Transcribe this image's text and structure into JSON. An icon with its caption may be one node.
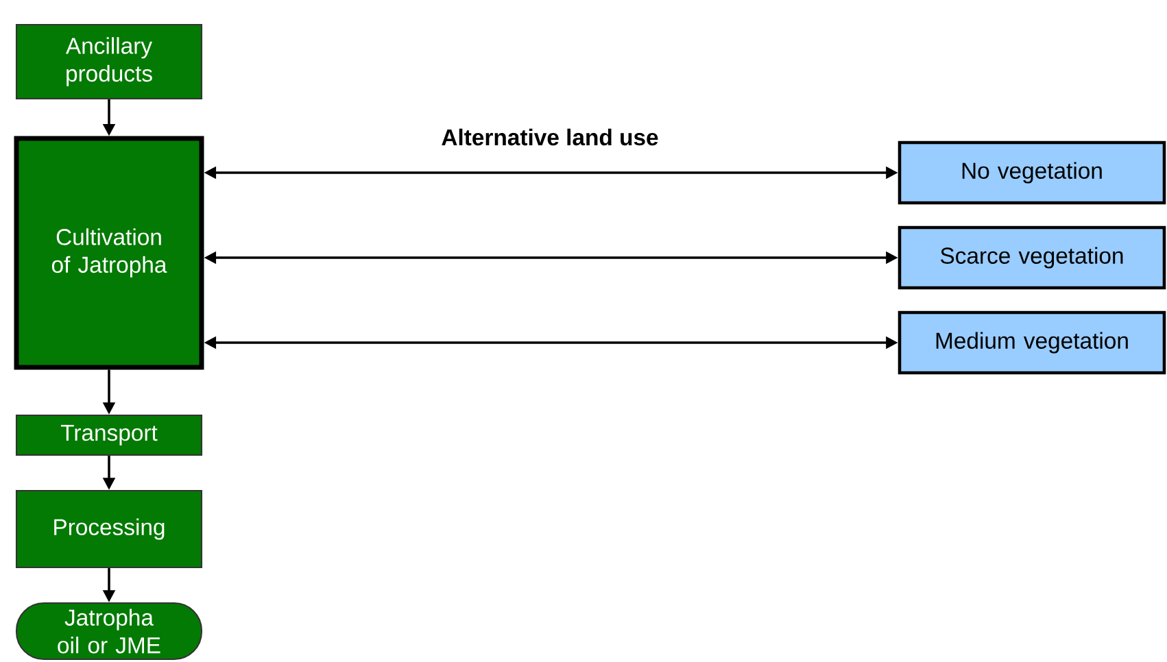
{
  "diagram": {
    "nodes": [
      {
        "text": [
          "Ancillary products"
        ]
      },
      {
        "text": [
          "Cultivation of Jatropha"
        ]
      },
      {
        "text": [
          "Transport"
        ]
      },
      {
        "text": [
          "Processing"
        ]
      },
      {
        "text": [
          "Jatropha oil or JME"
        ]
      },
      {
        "text": [
          "No vegetation"
        ]
      },
      {
        "text": [
          "Scarce vegetation"
        ]
      },
      {
        "text": [
          "Medium vegetation"
        ]
      }
    ],
    "edges": [
      {
        "from": 0,
        "to": 1,
        "arrow": "to"
      },
      {
        "from": 1,
        "to": 2,
        "arrow": "to"
      },
      {
        "from": 2,
        "to": 3,
        "arrow": "to"
      },
      {
        "from": 3,
        "to": 4,
        "arrow": "to"
      },
      {
        "from": 1,
        "to": 5,
        "arrow": "both"
      },
      {
        "from": 1,
        "to": 6,
        "arrow": "both"
      },
      {
        "from": 1,
        "to": 7,
        "arrow": "both"
      }
    ],
    "labels": [
      "Alternative land use"
    ]
  }
}
